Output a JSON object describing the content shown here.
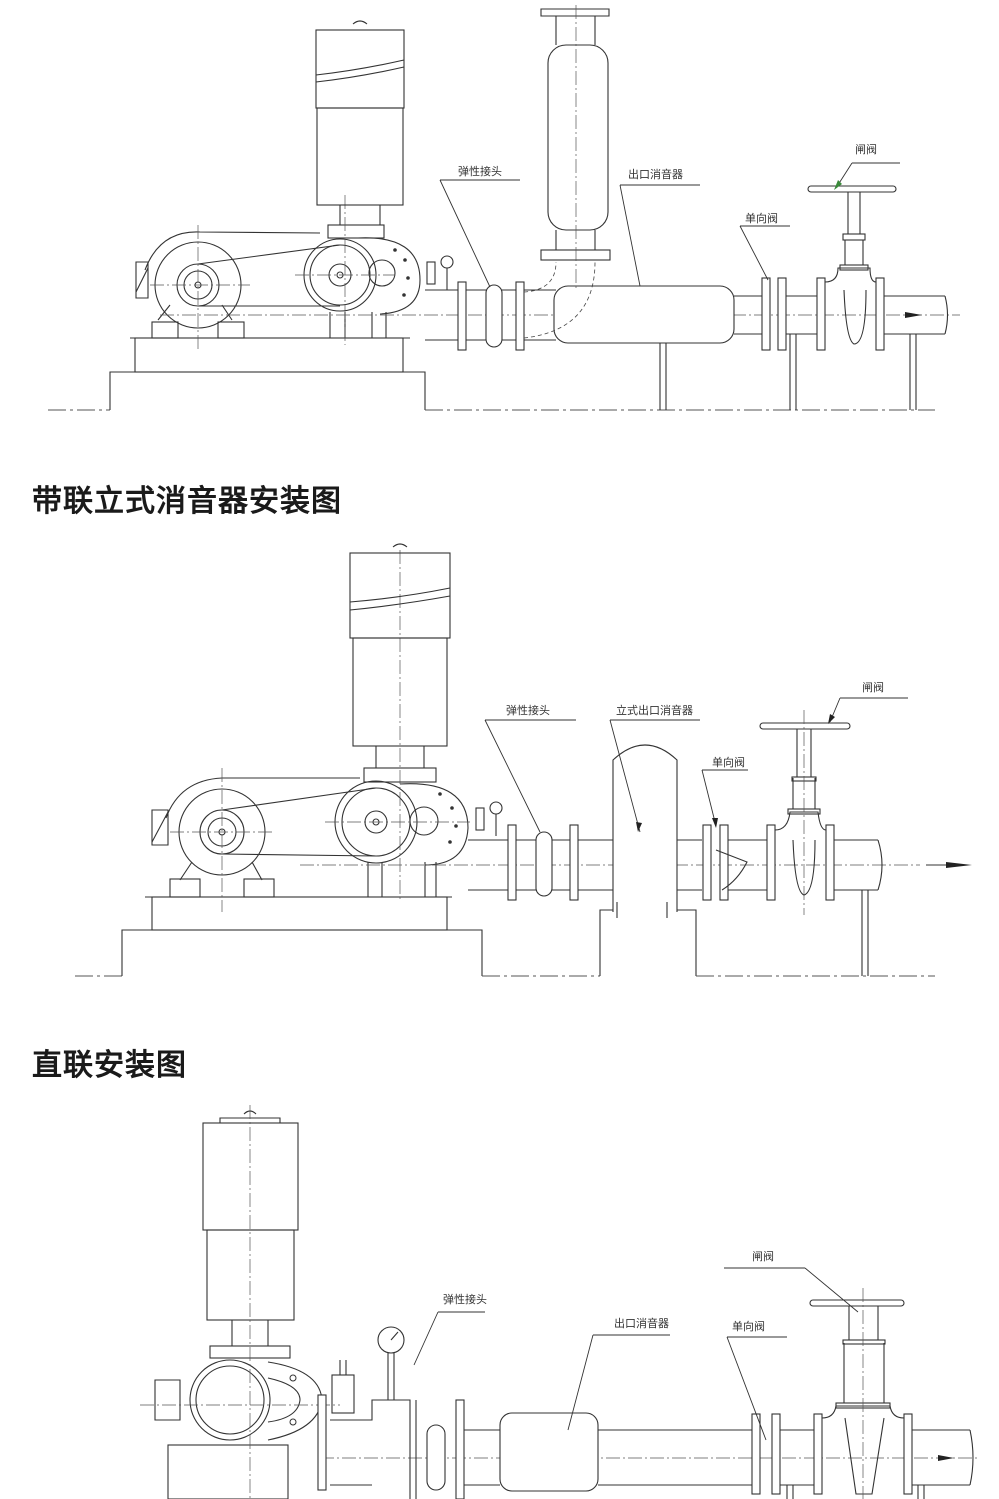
{
  "diagrams": [
    {
      "title": "",
      "labels": {
        "flex_joint": "弹性接头",
        "outlet_silencer": "出口消音器",
        "check_valve": "单向阀",
        "gate_valve": "闸阀"
      }
    },
    {
      "title": "带联立式消音器安装图",
      "labels": {
        "flex_joint": "弹性接头",
        "outlet_silencer": "立式出口消音器",
        "check_valve": "单向阀",
        "gate_valve": "闸阀"
      }
    },
    {
      "title": "直联安装图",
      "labels": {
        "flex_joint": "弹性接头",
        "outlet_silencer": "出口消音器",
        "check_valve": "单向阀",
        "gate_valve": "闸阀"
      }
    }
  ],
  "colors": {
    "line": "#333333",
    "leader_arrow_accent": "#3a8a3a",
    "title": "#1a1a1a"
  }
}
